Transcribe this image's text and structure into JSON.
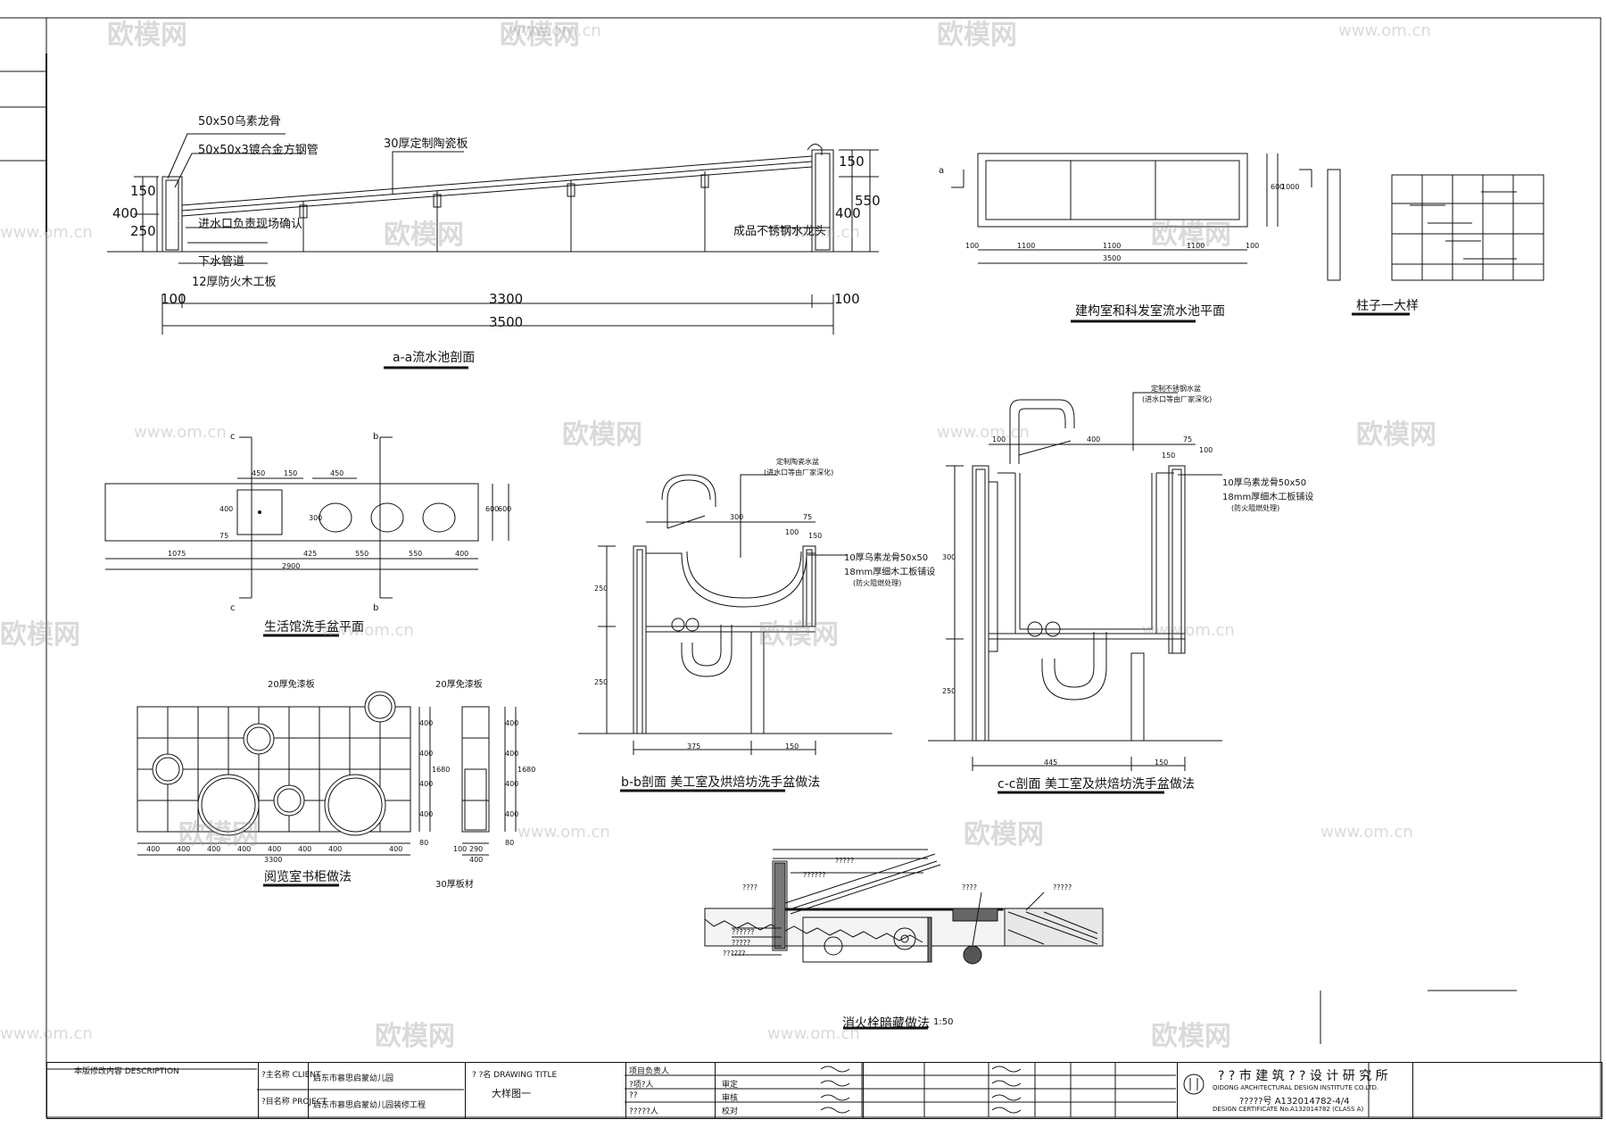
{
  "watermark": {
    "brand": "欧模网",
    "url": "www.om.cn"
  },
  "section_aa": {
    "title": "a-a流水池剖面",
    "notes": [
      "50x50乌素龙骨",
      "50x50x3镀合金方钢管",
      "30厚定制陶瓷板",
      "进水口负责现场确认",
      "下水管道",
      "12厚防火木工板",
      "成品不锈钢水龙头"
    ],
    "dims_left": [
      "150",
      "250",
      "400"
    ],
    "dims_right": [
      "150",
      "400",
      "550"
    ],
    "dims_bottom": [
      "100",
      "3300",
      "100",
      "3500"
    ]
  },
  "plan_sink": {
    "title": "建构室和科发室流水池平面",
    "mark": "a",
    "dims": [
      "100",
      "1100",
      "1100",
      "1100",
      "100",
      "3500"
    ],
    "dims_side": [
      "600",
      "1000"
    ]
  },
  "column": {
    "title": "柱子一大样"
  },
  "basin_plan": {
    "title": "生活馆洗手盆平面",
    "marks": [
      "c",
      "b"
    ],
    "dims_top": [
      "450",
      "150",
      "450"
    ],
    "dims_bottom": [
      "1075",
      "425",
      "550",
      "550",
      "400",
      "2900"
    ],
    "dims_side": [
      "400",
      "75",
      "300",
      "600",
      "600"
    ]
  },
  "bookcase": {
    "title": "阅览室书柜做法",
    "notes": [
      "20厚免漆板",
      "20厚免漆板",
      "30厚板材"
    ],
    "dims_bottom": [
      "400",
      "400",
      "400",
      "400",
      "400",
      "400",
      "400",
      "400",
      "3300"
    ],
    "dims_side": [
      "400",
      "400",
      "400",
      "400",
      "1680",
      "80"
    ],
    "dims_side2": [
      "400",
      "400",
      "400",
      "400",
      "1680",
      "80"
    ],
    "dims_bottom2": [
      "100",
      "290",
      "400"
    ]
  },
  "section_bb": {
    "title": "b-b剖面 美工室及烘焙坊洗手盆做法",
    "notes": [
      "定制陶瓷水盆",
      "(进水口等由厂家深化)",
      "10厚乌素龙骨50x50",
      "18mm厚细木工板铺设",
      "(防火阻燃处理)"
    ],
    "dims": [
      "300",
      "75",
      "100",
      "150",
      "250",
      "250",
      "375",
      "150"
    ]
  },
  "section_cc": {
    "title": "c-c剖面 美工室及烘焙坊洗手盆做法",
    "notes": [
      "定制不锈钢水盆",
      "(进水口等由厂家深化)",
      "10厚乌素龙骨50x50",
      "18mm厚细木工板铺设",
      "(防火阻燃处理)"
    ],
    "dims": [
      "100",
      "400",
      "75",
      "150",
      "100",
      "300",
      "250",
      "445",
      "150"
    ]
  },
  "hydrant": {
    "title": "消火栓暗藏做法",
    "scale": "1:50",
    "notes": [
      "????",
      "??????",
      "?????",
      "????",
      "?????",
      "??????",
      "?????",
      "??????"
    ]
  },
  "title_block": {
    "revision": "本版修改内容 DESCRIPTION",
    "client_label": "?主名称 CLIENT",
    "client_value": "启东市慕思启蒙幼儿园",
    "project_label": "?目名称 PROJECT",
    "project_value": "启东市慕思启蒙幼儿园装修工程",
    "drawing_label": "? ?名 DRAWING TITLE",
    "drawing_value": "大样图一",
    "rows": [
      "项目负责人",
      "?项?人",
      "??",
      "?????人"
    ],
    "rows2": [
      "审定",
      "审核",
      "校对"
    ],
    "company": "? ? 市 建 筑 ? ? 设 计 研 究 所",
    "company_en": "QIDONG ARCHITECTURAL DESIGN INSTITUTE CO.LTD.",
    "cert": "?????号 A132014782-4/4",
    "cert2": "DESIGN CERTIFICATE No.A132014782 (CLASS A)"
  }
}
